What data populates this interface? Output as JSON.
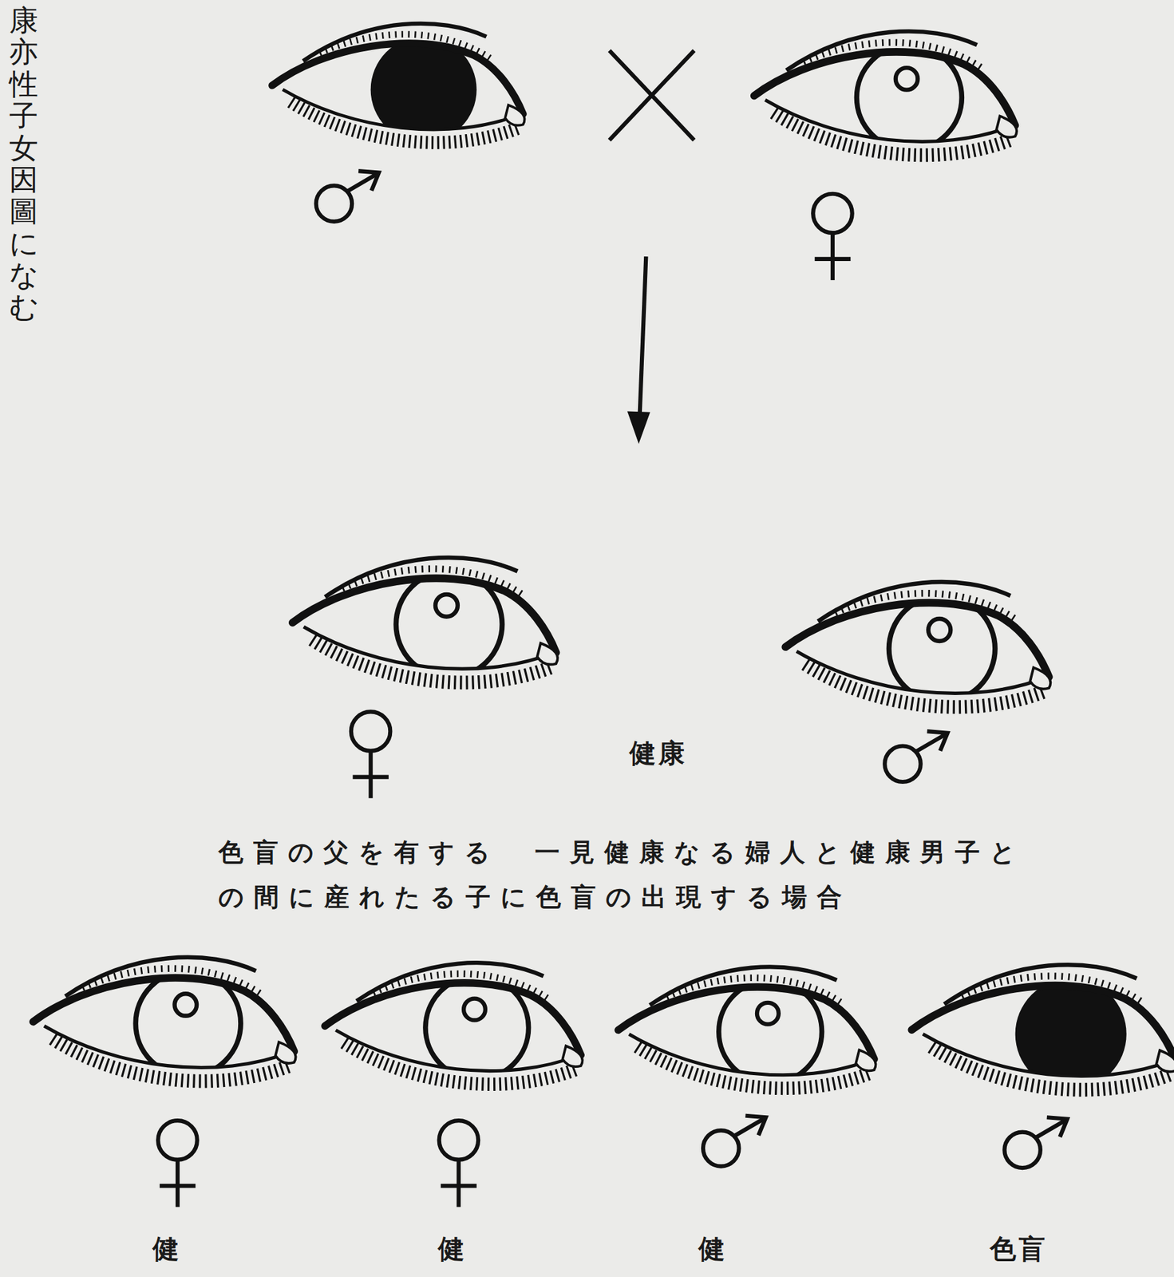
{
  "diagram": {
    "caption": "色盲の父を有する　一見健康なる婦人と健康男子との間に産れたる子に色盲の出現する場合",
    "labels": [
      "康亦性子女因圖になむ",
      "健康",
      "健",
      "健",
      "健",
      "色盲"
    ]
  }
}
